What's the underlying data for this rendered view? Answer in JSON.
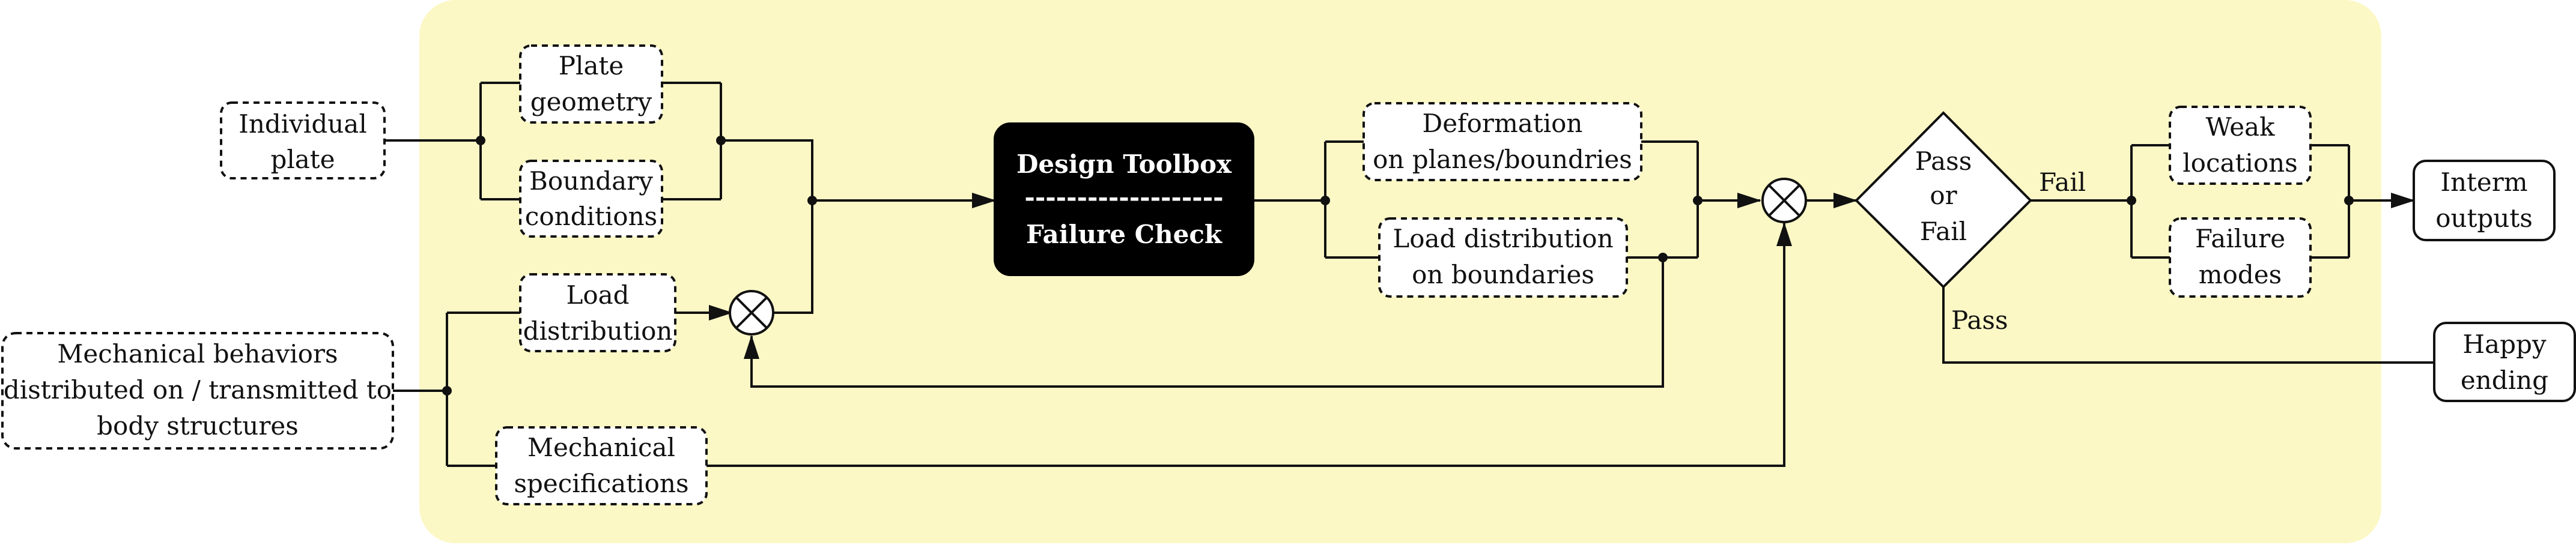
{
  "colors": {
    "panel": "#fbf8c6",
    "box_fill": "#ffffff",
    "stroke": "#111111",
    "toolbox_fill": "#000000",
    "toolbox_text": "#ffffff"
  },
  "inputs": {
    "individual_plate": [
      "Individual",
      "plate"
    ],
    "mechanical_behaviors": [
      "Mechanical behaviors",
      "distributed on / transmitted to",
      "body structures"
    ]
  },
  "panel": {
    "plate_geometry": [
      "Plate",
      "geometry"
    ],
    "boundary_conditions": [
      "Boundary",
      "conditions"
    ],
    "load_distribution": [
      "Load",
      "distribution"
    ],
    "mechanical_specifications": [
      "Mechanical",
      "specifications"
    ],
    "toolbox": {
      "title": "Design Toolbox",
      "separator": "-------------------",
      "subtitle": "Failure Check"
    },
    "deformation": [
      "Deformation",
      "on planes/boundries"
    ],
    "load_distribution_boundaries": [
      "Load distribution",
      "on boundaries"
    ],
    "decision": [
      "Pass",
      "or",
      "Fail"
    ],
    "fail_label": "Fail",
    "pass_label": "Pass",
    "weak_locations": [
      "Weak",
      "locations"
    ],
    "failure_modes": [
      "Failure",
      "modes"
    ]
  },
  "outputs": {
    "interm_outputs": [
      "Interm",
      "outputs"
    ],
    "happy_ending": [
      "Happy",
      "ending"
    ]
  },
  "icons": {
    "summing_junction": "summing-junction-icon",
    "arrowhead": "arrowhead-icon"
  }
}
